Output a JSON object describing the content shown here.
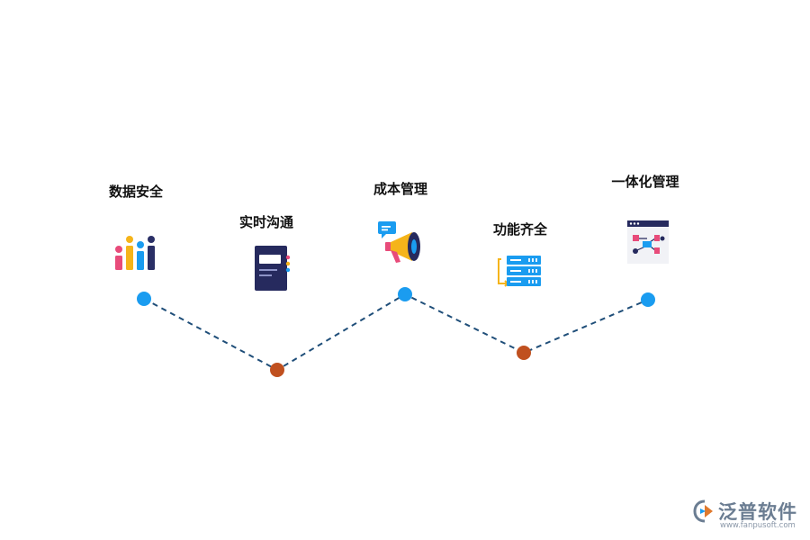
{
  "steps": [
    {
      "label": "数据安全",
      "icon": "bar-chart-icon"
    },
    {
      "label": "实时沟通",
      "icon": "notebook-icon"
    },
    {
      "label": "成本管理",
      "icon": "megaphone-icon"
    },
    {
      "label": "功能齐全",
      "icon": "server-stack-icon"
    },
    {
      "label": "一体化管理",
      "icon": "flowchart-window-icon"
    }
  ],
  "colors": {
    "peak_node": "#1a9cf0",
    "valley_node": "#c0501f",
    "connector": "#1f4e79"
  },
  "watermark": {
    "title": "泛普软件",
    "url": "www.fanpusoft.com"
  }
}
